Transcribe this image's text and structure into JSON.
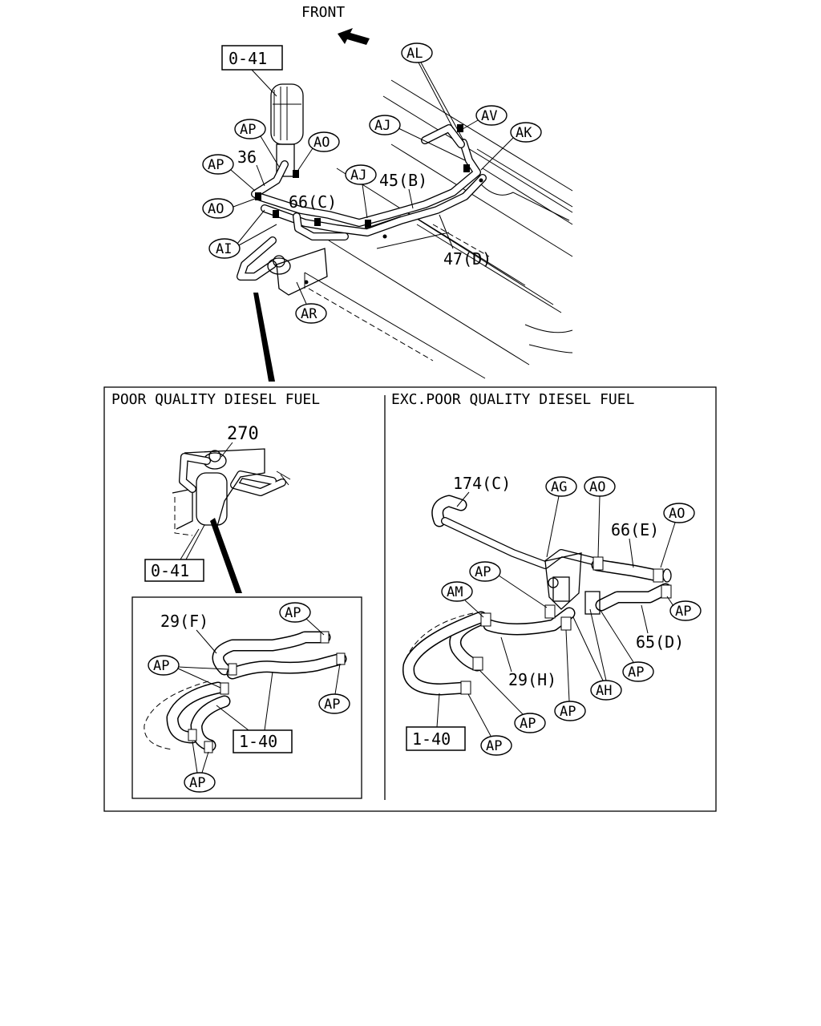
{
  "top": {
    "front_label": "FRONT",
    "ref_041": "0-41",
    "callouts": {
      "al": "AL",
      "av": "AV",
      "aj1": "AJ",
      "ak": "AK",
      "ap1": "AP",
      "ap2": "AP",
      "ao1": "AO",
      "ao2": "AO",
      "aj2": "AJ",
      "ai": "AI",
      "ar": "AR"
    },
    "parts": {
      "p36": "36",
      "p66c": "66(C)",
      "p45b": "45(B)",
      "p47d": "47(D)"
    }
  },
  "left_panel": {
    "heading": "POOR QUALITY DIESEL FUEL",
    "p270": "270",
    "ref_041": "0-41",
    "inset": {
      "p29f": "29(F)",
      "ref_140": "1-40",
      "ap_top": "AP",
      "ap_left": "AP",
      "ap_right": "AP",
      "ap_bottom": "AP"
    }
  },
  "right_panel": {
    "heading": "EXC.POOR QUALITY DIESEL FUEL",
    "p174c": "174(C)",
    "p66e": "66(E)",
    "p65d": "65(D)",
    "p29h": "29(H)",
    "ref_140": "1-40",
    "callouts": {
      "ag": "AG",
      "ao1": "AO",
      "ao2": "AO",
      "ap1": "AP",
      "am": "AM",
      "ap2": "AP",
      "ap3": "AP",
      "ah": "AH",
      "ap4": "AP",
      "ap5": "AP",
      "ap6": "AP"
    }
  },
  "icons": {
    "front_arrow": "arrow-up-left-icon"
  }
}
